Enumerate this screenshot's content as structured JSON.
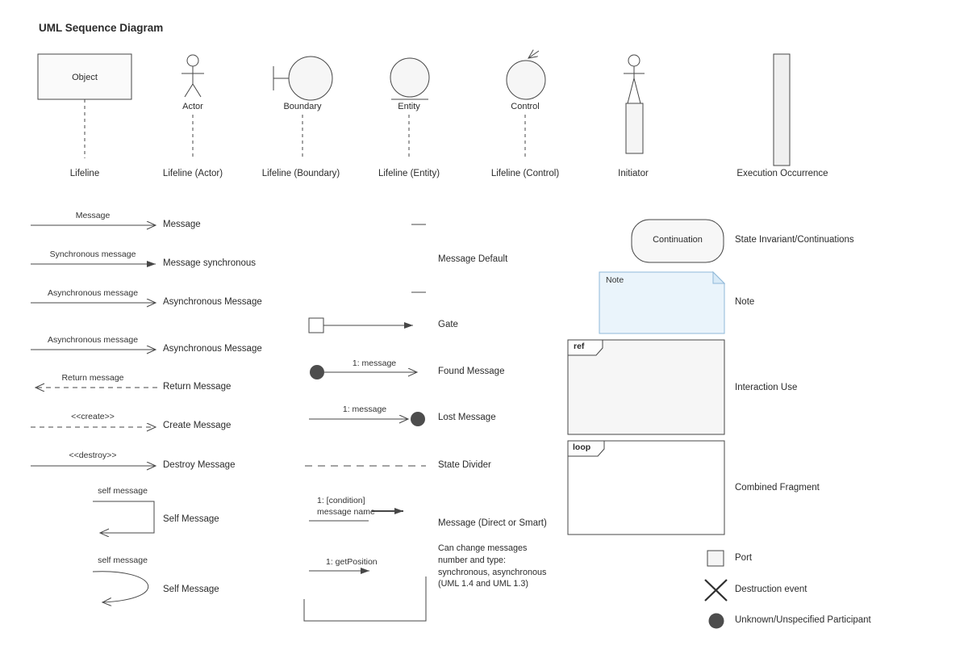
{
  "title": "UML Sequence Diagram",
  "colors": {
    "line": "#474747",
    "text": "#2b2b2b",
    "note_fill": "#eaf4fb",
    "note_border": "#8fb8d8",
    "participant_fill": "#4d4d4d"
  },
  "lifelines": {
    "object": {
      "symbol": "Object",
      "label": "Lifeline"
    },
    "actor": {
      "symbol": "Actor",
      "label": "Lifeline (Actor)"
    },
    "boundary": {
      "symbol": "Boundary",
      "label": "Lifeline (Boundary)"
    },
    "entity": {
      "symbol": "Entity",
      "label": "Lifeline (Entity)"
    },
    "control": {
      "symbol": "Control",
      "label": "Lifeline (Control)"
    },
    "initiator": {
      "label": "Initiator"
    },
    "execution": {
      "label": "Execution Occurrence"
    }
  },
  "messages": [
    {
      "annotation": "Message",
      "label": "Message"
    },
    {
      "annotation": "Synchronous message",
      "label": "Message synchronous"
    },
    {
      "annotation": "Asynchronous message",
      "label": "Asynchronous Message"
    },
    {
      "annotation": "Asynchronous message",
      "label": "Asynchronous Message"
    },
    {
      "annotation": "Return message",
      "label": "Return Message"
    },
    {
      "annotation": "<<create>>",
      "label": "Create Message"
    },
    {
      "annotation": "<<destroy>>",
      "label": "Destroy Message"
    },
    {
      "annotation": "self message",
      "label": "Self Message"
    },
    {
      "annotation": "self message",
      "label": "Self Message"
    }
  ],
  "middle": {
    "message_default": {
      "label": "Message Default"
    },
    "gate": {
      "label": "Gate"
    },
    "found": {
      "annotation": "1: message",
      "label": "Found Message"
    },
    "lost": {
      "annotation": "1: message",
      "label": "Lost Message"
    },
    "state_divider": {
      "label": "State Divider"
    },
    "direct": {
      "annotation1": "1: [condition]",
      "annotation2": "message name",
      "label": "Message (Direct or Smart)"
    },
    "getposition": {
      "annotation": "1: getPosition",
      "note_lines": [
        "Can change messages",
        "number and type:",
        "synchronous, asynchronous",
        "(UML 1.4 and UML 1.3)"
      ]
    }
  },
  "right": {
    "continuation": {
      "text": "Continuation",
      "label": "State Invariant/Continuations"
    },
    "note": {
      "text": "Note",
      "label": "Note"
    },
    "interaction_use": {
      "tab": "ref",
      "label": "Interaction Use"
    },
    "combined_fragment": {
      "tab": "loop",
      "label": "Combined Fragment"
    },
    "port": {
      "label": "Port"
    },
    "destruction": {
      "label": "Destruction event"
    },
    "unknown": {
      "label": "Unknown/Unspecified Participant"
    }
  }
}
